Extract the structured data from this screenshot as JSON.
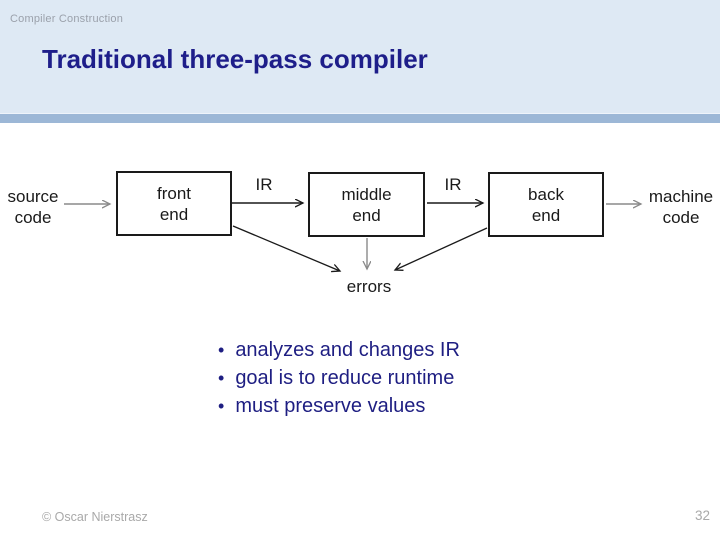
{
  "slide": {
    "course_label": "Compiler Construction",
    "title": "Traditional three-pass compiler",
    "footer_copyright": "© Oscar Nierstrasz",
    "page_number": "32"
  },
  "diagram": {
    "source_label": {
      "line1": "source",
      "line2": "code"
    },
    "boxes": [
      {
        "line1": "front",
        "line2": "end"
      },
      {
        "line1": "middle",
        "line2": "end"
      },
      {
        "line1": "back",
        "line2": "end"
      }
    ],
    "machine_label": {
      "line1": "machine",
      "line2": "code"
    },
    "ir_label_front_middle": "IR",
    "ir_label_middle_back": "IR",
    "errors_label": "errors"
  },
  "bullets": {
    "marker": "•",
    "items": [
      "analyzes and changes IR",
      "goal is to reduce runtime",
      "must preserve values"
    ]
  },
  "colors": {
    "header_background": "#dee9f4",
    "divider_bar": "#9cb7d6",
    "title_text": "#1e1e8a",
    "bullet_text": "#1e1e82",
    "muted_text": "#a9a9a9",
    "diagram_ink": "#1a1a1a"
  }
}
